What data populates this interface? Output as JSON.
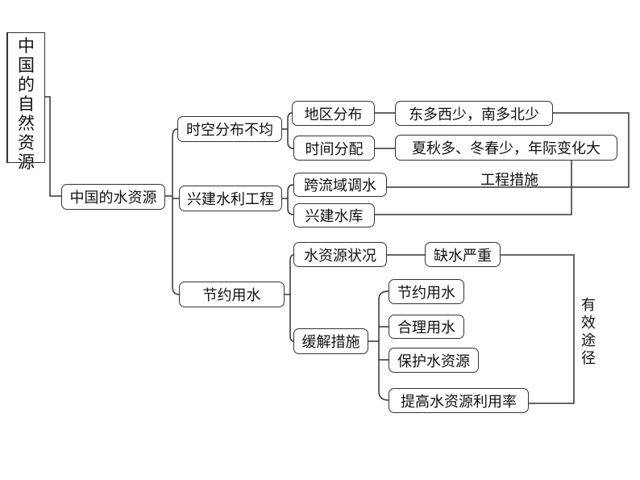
{
  "root": {
    "chars": [
      "中",
      "国",
      "的",
      "自",
      "然",
      "资",
      "源"
    ]
  },
  "nodes": {
    "water": "中国的水资源",
    "spacetime": "时空分布不均",
    "region": "地区分布",
    "region_detail": "东多西少，南多北少",
    "time": "时间分配",
    "time_detail": "夏秋多、冬春少，年际变化大",
    "hydro": "兴建水利工程",
    "transfer": "跨流域调水",
    "reservoir": "兴建水库",
    "save": "节约用水",
    "status": "水资源状况",
    "shortage": "缺水严重",
    "relieve": "缓解措施",
    "m_save": "节约用水",
    "m_reasonable": "合理用水",
    "m_protect": "保护水资源",
    "m_improve": "提高水资源利用率"
  },
  "labels": {
    "engineering": "工程措施",
    "effective": [
      "有",
      "效",
      "途",
      "径"
    ]
  }
}
